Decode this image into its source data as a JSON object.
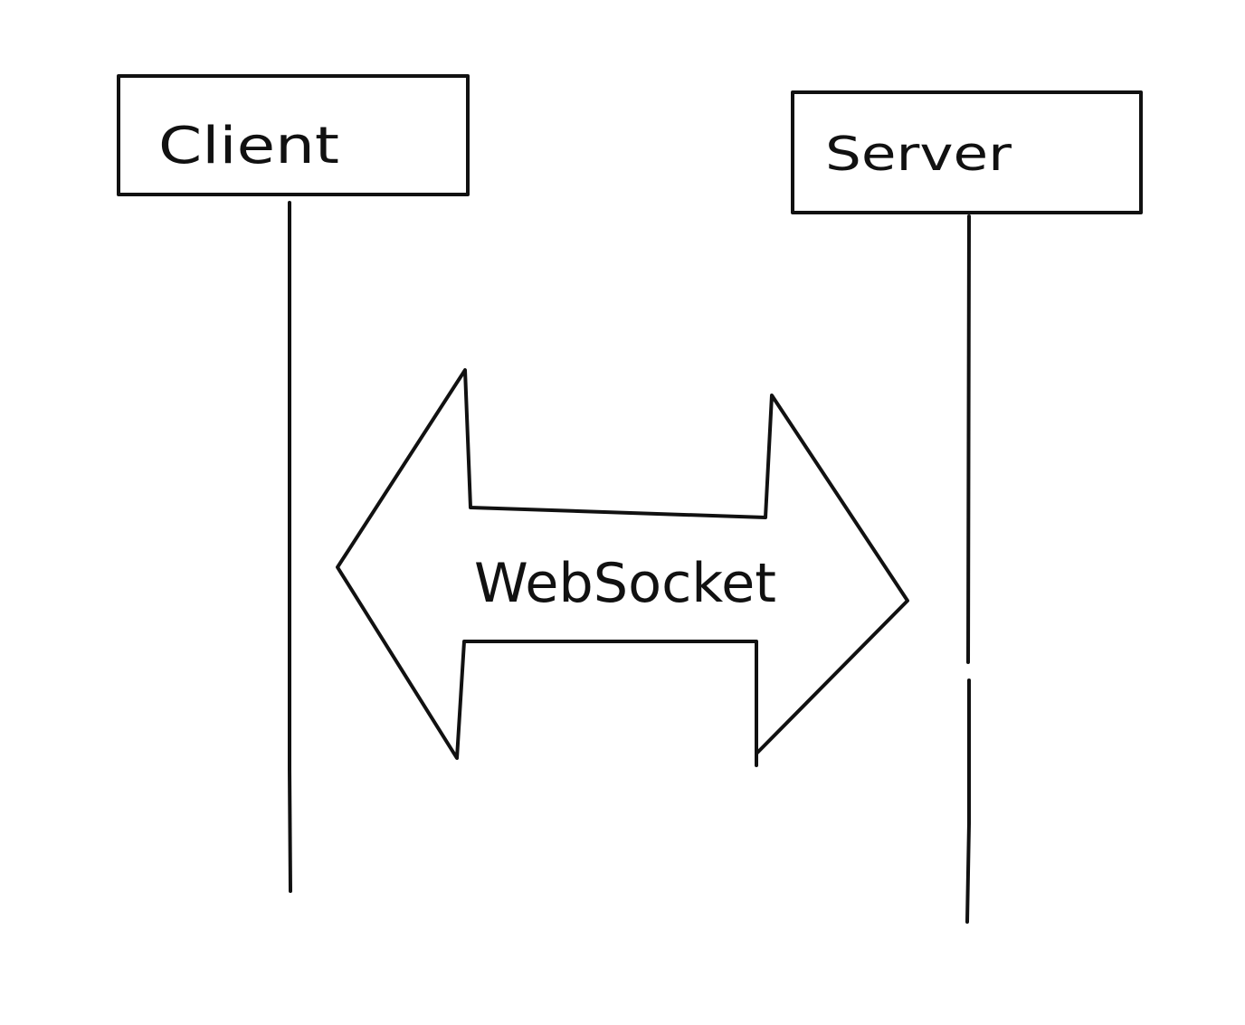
{
  "diagram": {
    "participants": {
      "client": {
        "label": "Client"
      },
      "server": {
        "label": "Server"
      }
    },
    "connection": {
      "label": "WebSocket",
      "direction": "bidirectional"
    },
    "colors": {
      "ink": "#111111",
      "background": "#ffffff"
    }
  }
}
